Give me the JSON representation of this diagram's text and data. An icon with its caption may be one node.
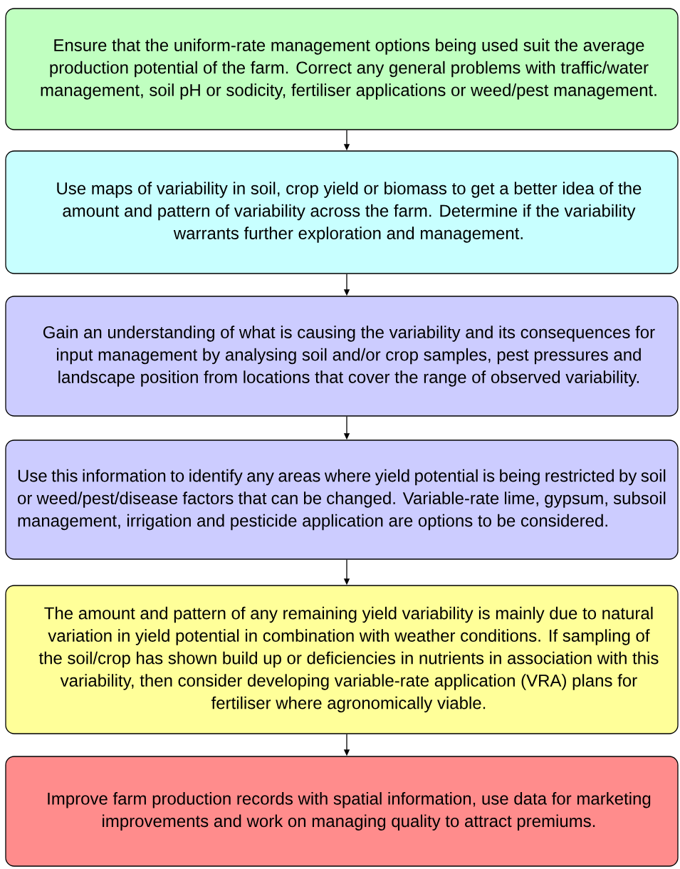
{
  "diagram": {
    "nodes": [
      {
        "text": [
          "Ensure that the uniform-rate management options being used suit the average production potential of the farm. Correct any general problems with traffic/water management, soil pH or sodicity, fertiliser applications or weed/pest management."
        ]
      },
      {
        "text": [
          "Use maps of variability in soil, crop yield or biomass to get a better idea of the amount and pattern of variability across the farm. Determine if the variability warrants further exploration and management."
        ]
      },
      {
        "text": [
          "Gain an understanding of what is causing the variability and its consequences for input management by analysing soil and/or crop samples, pest pressures and landscape position from locations that cover the range of observed variability."
        ]
      },
      {
        "text": [
          "Use this information to identify any areas where yield potential is being restricted by soil or weed/pest/disease factors that can be changed. Variable-rate lime, gypsum, subsoil management, irrigation and pesticide application are options to be considered."
        ]
      },
      {
        "text": [
          "The amount and pattern of any remaining yield variability is mainly due to natural variation in yield potential in combination with weather conditions. If sampling of the soil/crop has shown build up or deficiencies in nutrients in association with this variability, then consider developing variable-rate application (VRA) plans for fertiliser where agronomically viable."
        ]
      },
      {
        "text": [
          "Improve farm production records with spatial information, use data for marketing improvements and work on managing quality to attract premiums."
        ]
      }
    ],
    "edges": [
      {
        "from": 0,
        "to": 1,
        "arrow": "to"
      },
      {
        "from": 1,
        "to": 2,
        "arrow": "to"
      },
      {
        "from": 2,
        "to": 3,
        "arrow": "to"
      },
      {
        "from": 3,
        "to": 4,
        "arrow": "to"
      },
      {
        "from": 4,
        "to": 5,
        "arrow": "to"
      }
    ]
  }
}
